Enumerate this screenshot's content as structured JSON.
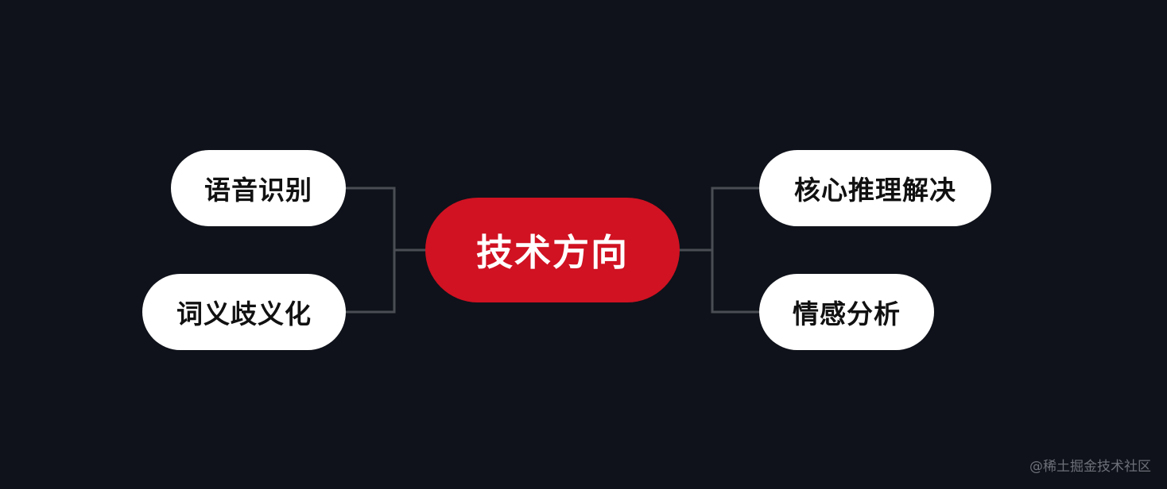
{
  "diagram": {
    "center": {
      "label": "技术方向",
      "color": "#d01222"
    },
    "left_branches": [
      {
        "label": "语音识别"
      },
      {
        "label": "词义歧义化"
      }
    ],
    "right_branches": [
      {
        "label": "核心推理解决"
      },
      {
        "label": "情感分析"
      }
    ]
  },
  "watermark": "@稀土掘金技术社区",
  "colors": {
    "background": "#0f121a",
    "leaf_fill": "#ffffff",
    "connector": "#4a4d54"
  }
}
